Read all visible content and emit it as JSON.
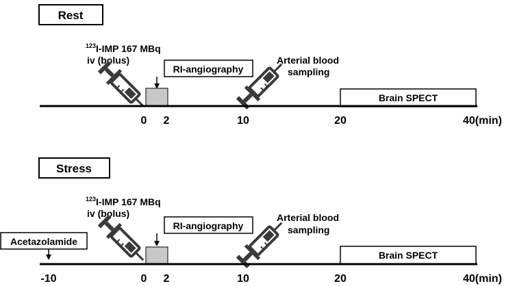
{
  "panels": [
    {
      "id": "rest",
      "title": "Rest",
      "injection": {
        "isotope_mass": "123",
        "line1_rest": "I-IMP 167 MBq",
        "line2": "iv (bolus)"
      },
      "angiography_label": "RI-angiography",
      "sampling": {
        "line1": "Arterial blood",
        "line2": "sampling"
      },
      "spect_label": "Brain SPECT",
      "ticks": [
        "0",
        "2",
        "10",
        "20",
        "40(min)"
      ]
    },
    {
      "id": "stress",
      "title": "Stress",
      "injection": {
        "isotope_mass": "123",
        "line1_rest": "I-IMP 167 MBq",
        "line2": "iv (bolus)"
      },
      "angiography_label": "RI-angiography",
      "sampling": {
        "line1": "Arterial blood",
        "line2": "sampling"
      },
      "spect_label": "Brain SPECT",
      "pretreatment_label": "Acetazolamide",
      "ticks": [
        "-10",
        "0",
        "2",
        "10",
        "20",
        "40(min)"
      ]
    }
  ],
  "colors": {
    "line": "#000000",
    "bolus_box": "#c8c8c8",
    "syringe": "#3a3a3a"
  }
}
